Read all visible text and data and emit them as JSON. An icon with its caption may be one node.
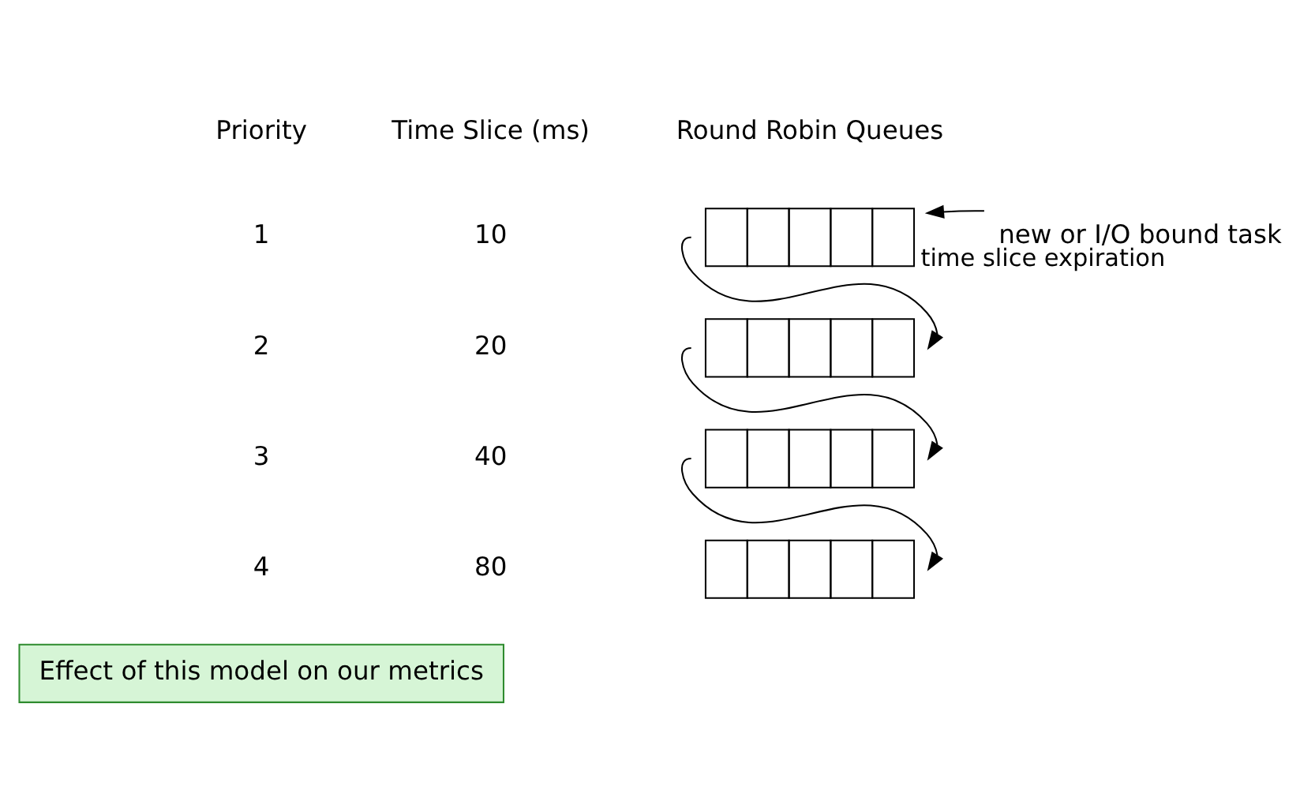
{
  "diagram": {
    "nodes": [
      {
        "text": [],
        "shape": "box"
      },
      {
        "text": [
          "new or I/O bound task"
        ]
      },
      {
        "text": [],
        "shape": "box"
      },
      {
        "text": [],
        "shape": "box"
      },
      {
        "text": [],
        "shape": "box"
      },
      {
        "text": [
          "Effect of this model on our metrics"
        ]
      }
    ],
    "edges": [
      {
        "from": 1,
        "to": 0,
        "arrow": "to"
      },
      {
        "from": 0,
        "to": 2,
        "arrow": "to",
        "label": "time slice expiration"
      },
      {
        "from": 2,
        "to": 3,
        "arrow": "to"
      },
      {
        "from": 3,
        "to": 4,
        "arrow": "to"
      }
    ],
    "labels": [
      "Priority",
      "Time Slice (ms)",
      "Round Robin Queues",
      "1",
      "10",
      "2",
      "20",
      "3",
      "40",
      "4",
      "80"
    ]
  }
}
